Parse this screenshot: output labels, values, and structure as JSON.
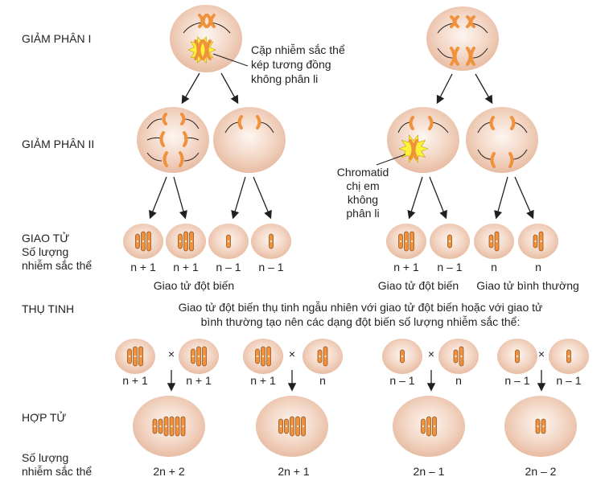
{
  "stages": {
    "meiosis1": "GIẢM PHÂN I",
    "meiosis2": "GIẢM PHÂN II",
    "gametes": "GIAO TỬ",
    "gametes_count_line1": "Số lượng",
    "gametes_count_line2": "nhiễm sắc thể",
    "fertilization": "THỤ TINH",
    "zygote": "HỢP TỬ",
    "zygote_count_line1": "Số lượng",
    "zygote_count_line2": "nhiễm sắc thể"
  },
  "annotations": {
    "nondisjunction_m1": [
      "Cặp nhiễm sắc thể",
      "kép tương đồng",
      "không phân li"
    ],
    "nondisjunction_m2": [
      "Chromatid",
      "chị em",
      "không",
      "phân li"
    ]
  },
  "gametes_left": {
    "labels": [
      "n + 1",
      "n + 1",
      "n – 1",
      "n – 1"
    ],
    "group_label": "Giao tử đột biến"
  },
  "gametes_right": {
    "labels": [
      "n + 1",
      "n – 1",
      "n",
      "n"
    ],
    "group_label_mutant": "Giao tử đột biến",
    "group_label_normal": "Giao tử bình thường"
  },
  "fertilization_text": [
    "Giao tử đột biến thụ tinh ngẫu nhiên với giao tử đột biến hoặc với giao tử",
    "bình thường tạo nên các dạng đột biến số lượng nhiễm sắc thể:"
  ],
  "crosses": [
    {
      "left": "n + 1",
      "right": "n + 1",
      "symbol": "×",
      "zygote": "2n + 2"
    },
    {
      "left": "n + 1",
      "right": "n",
      "symbol": "×",
      "zygote": "2n + 1"
    },
    {
      "left": "n – 1",
      "right": "n",
      "symbol": "×",
      "zygote": "2n – 1"
    },
    {
      "left": "n – 1",
      "right": "n – 1",
      "symbol": "×",
      "zygote": "2n – 2"
    }
  ],
  "colors": {
    "cell_center": "#fbf0ea",
    "cell_edge": "#e9bfa6",
    "chromosome": "#f0923c",
    "chromosome_outline": "#8a4a1a",
    "burst": "#fff23a",
    "arrow": "#231f20"
  }
}
